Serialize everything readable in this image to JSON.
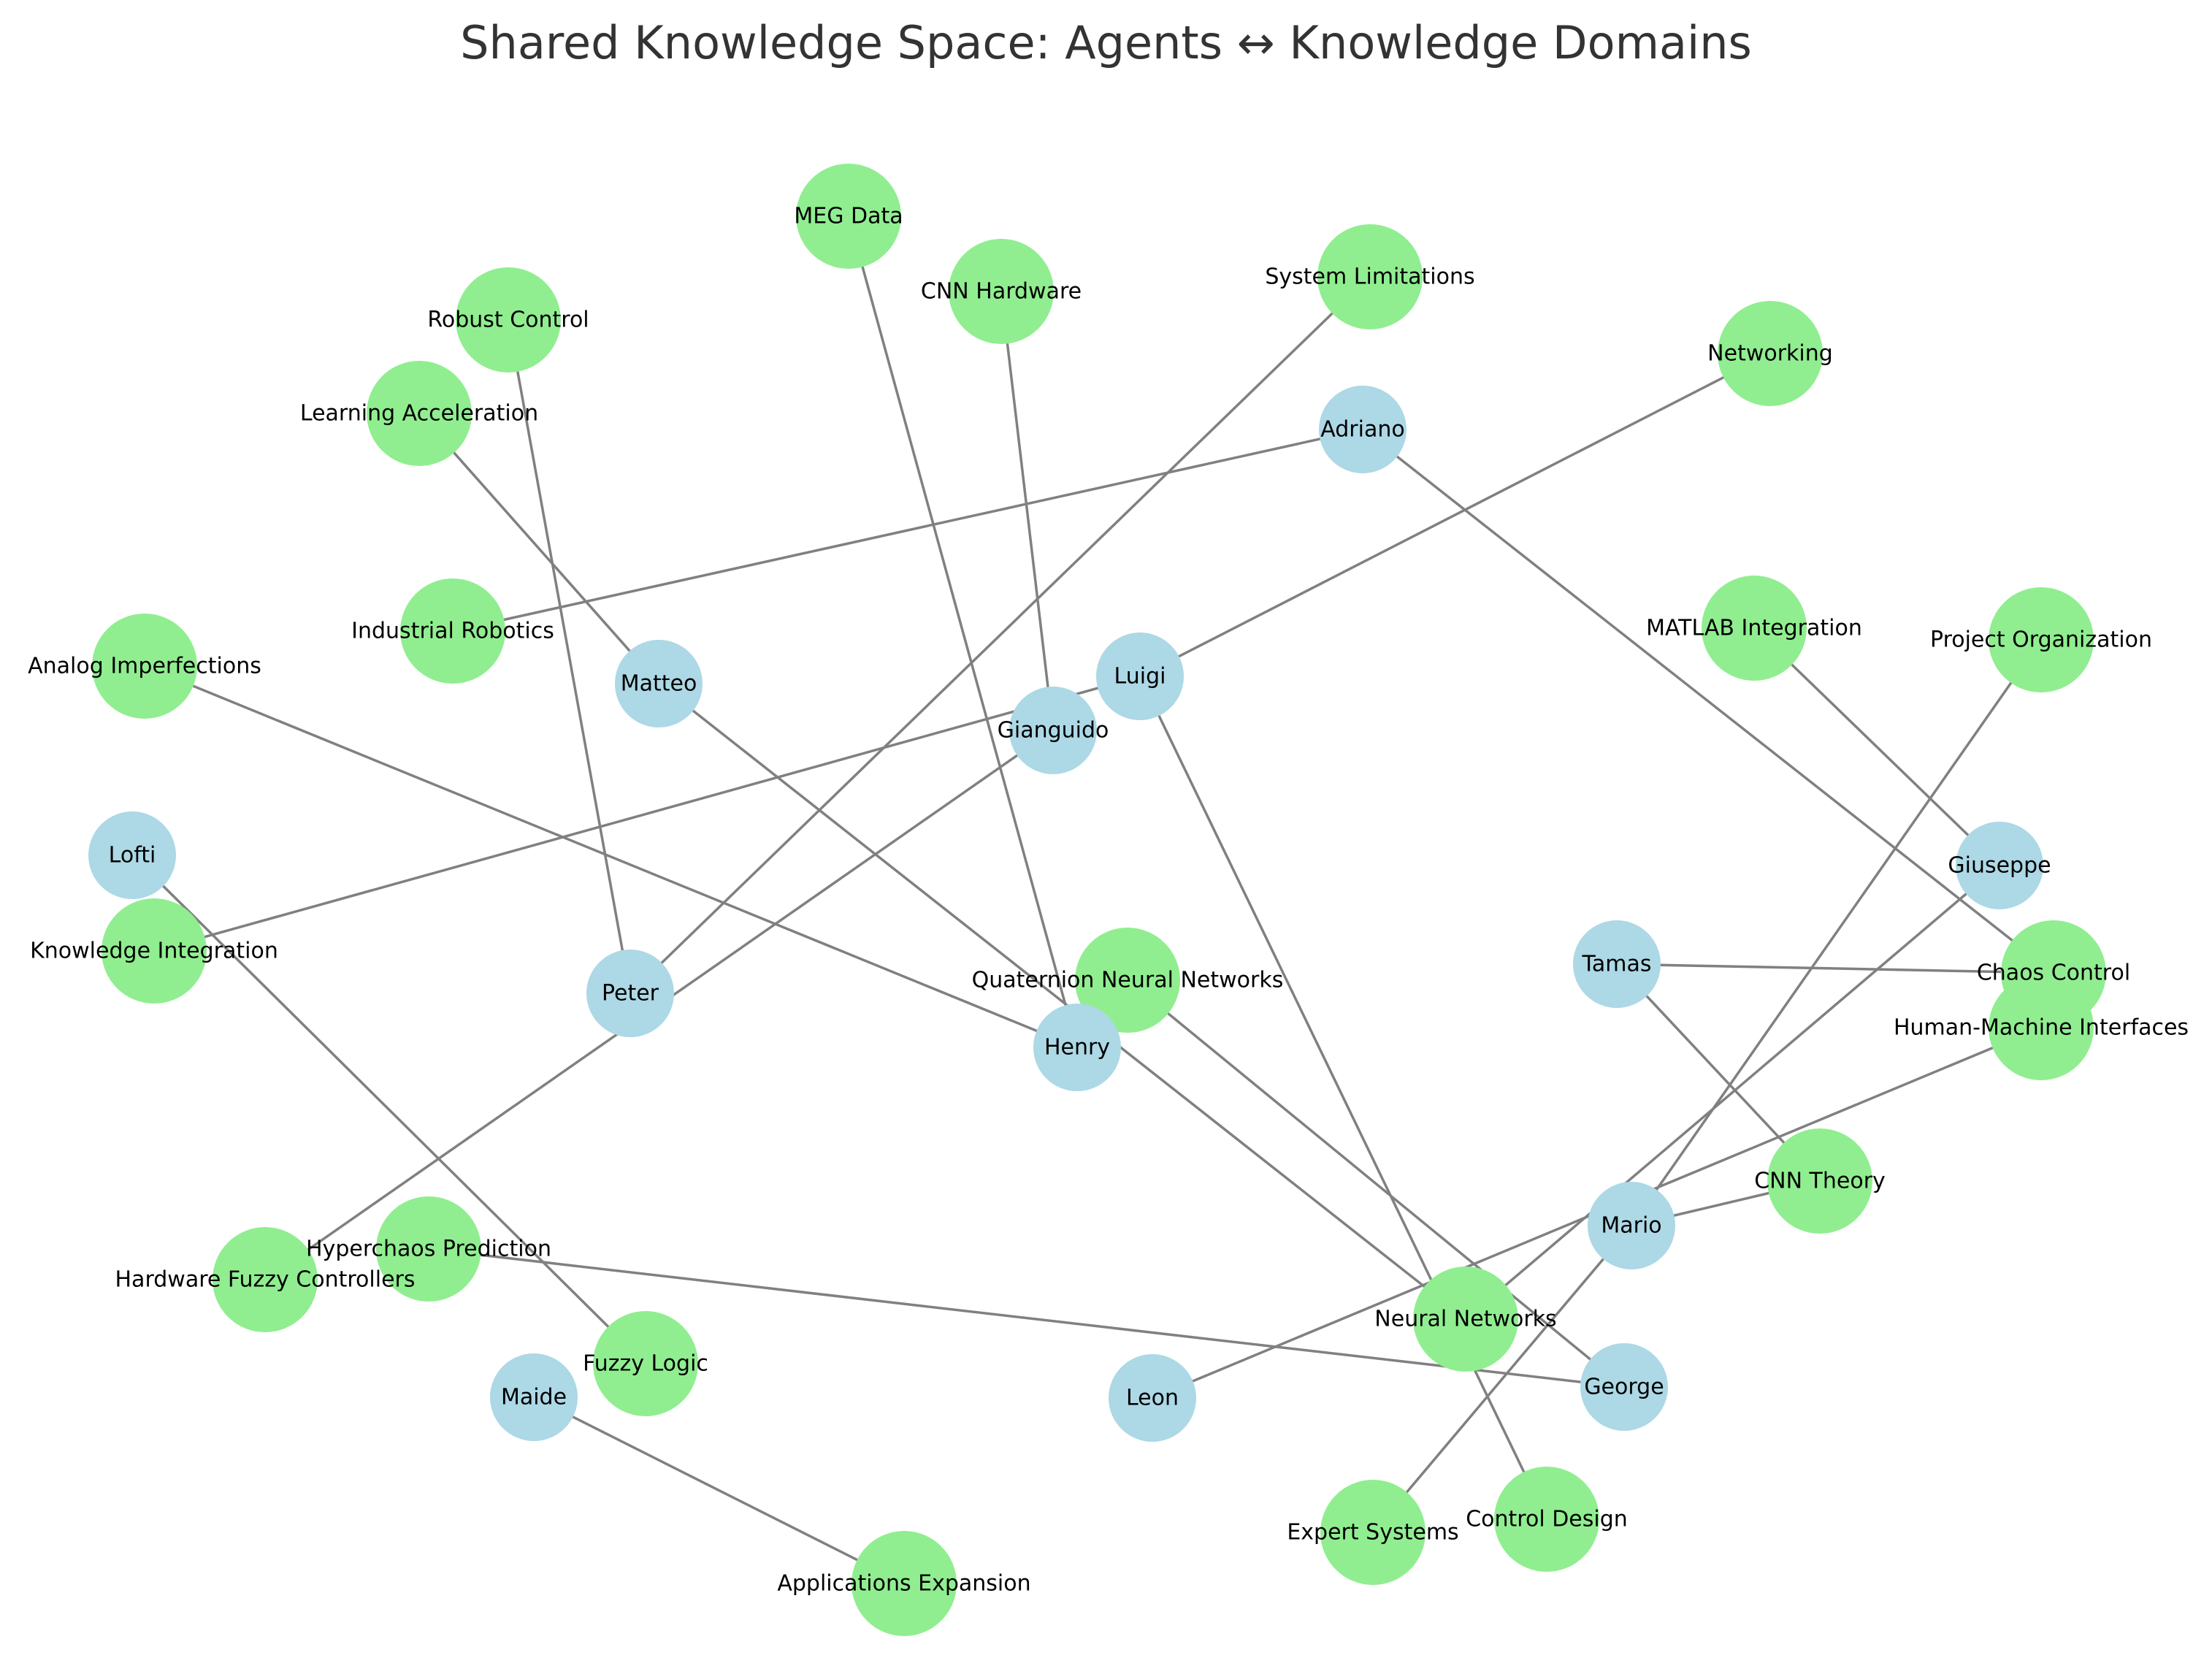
{
  "title": "Shared Knowledge Space: Agents ↔ Knowledge Domains",
  "colors": {
    "agent": "#add8e6",
    "domain": "#90ee90",
    "edge": "#808080"
  },
  "agents": [
    "Adriano",
    "Luigi",
    "Matteo",
    "Gianguido",
    "Lofti",
    "Giuseppe",
    "Tamas",
    "Peter",
    "Henry",
    "Mario",
    "Leon",
    "George",
    "Maide"
  ],
  "domains": [
    "MEG Data",
    "CNN Hardware",
    "System Limitations",
    "Robust Control",
    "Networking",
    "Learning Acceleration",
    "Industrial Robotics",
    "MATLAB Integration",
    "Project Organization",
    "Analog Imperfections",
    "Knowledge Integration",
    "Quaternion Neural Networks",
    "Chaos Control",
    "Human-Machine Interfaces",
    "CNN Theory",
    "Hyperchaos Prediction",
    "Hardware Fuzzy Controllers",
    "Neural Networks",
    "Fuzzy Logic",
    "Expert Systems",
    "Control Design",
    "Applications Expansion"
  ],
  "edges": [
    [
      "Adriano",
      "Industrial Robotics"
    ],
    [
      "Adriano",
      "Chaos Control"
    ],
    [
      "Luigi",
      "Networking"
    ],
    [
      "Luigi",
      "Knowledge Integration"
    ],
    [
      "Luigi",
      "Control Design"
    ],
    [
      "Matteo",
      "Learning Acceleration"
    ],
    [
      "Matteo",
      "Neural Networks"
    ],
    [
      "Gianguido",
      "CNN Hardware"
    ],
    [
      "Gianguido",
      "Hardware Fuzzy Controllers"
    ],
    [
      "Peter",
      "Robust Control"
    ],
    [
      "Peter",
      "System Limitations"
    ],
    [
      "Henry",
      "MEG Data"
    ],
    [
      "Henry",
      "Analog Imperfections"
    ],
    [
      "Lofti",
      "Fuzzy Logic"
    ],
    [
      "Giuseppe",
      "MATLAB Integration"
    ],
    [
      "Giuseppe",
      "Neural Networks"
    ],
    [
      "Tamas",
      "Chaos Control"
    ],
    [
      "Tamas",
      "CNN Theory"
    ],
    [
      "Mario",
      "Project Organization"
    ],
    [
      "Mario",
      "CNN Theory"
    ],
    [
      "Mario",
      "Expert Systems"
    ],
    [
      "Leon",
      "Human-Machine Interfaces"
    ],
    [
      "George",
      "Quaternion Neural Networks"
    ],
    [
      "George",
      "Hyperchaos Prediction"
    ],
    [
      "Maide",
      "Applications Expansion"
    ]
  ]
}
